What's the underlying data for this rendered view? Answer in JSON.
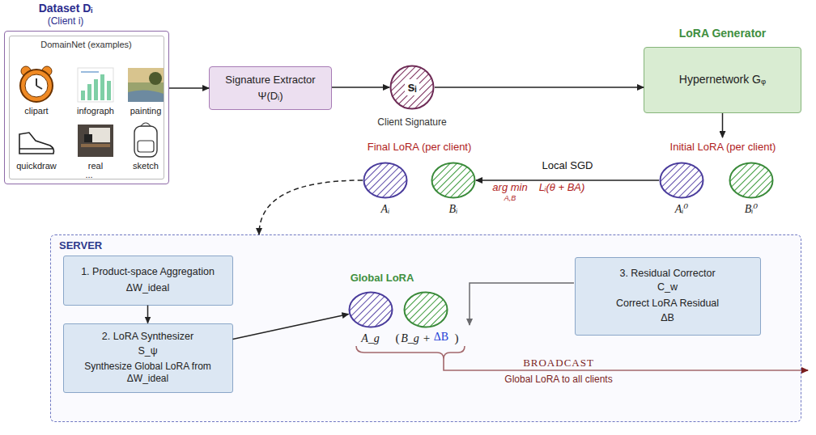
{
  "diagram": {
    "nodes": [
      {
        "text": [
          "Dataset Dᵢ",
          "(Client i)"
        ]
      },
      {
        "text": [
          "DomainNet (examples)"
        ],
        "in": 0
      },
      {
        "text": [
          "Signature Extractor",
          "Ψ(Dᵢ)"
        ]
      },
      {
        "text": [
          "sᵢ",
          "Client Signature"
        ]
      },
      {
        "text": [
          "LoRA Generator",
          "Hypernetwork Gᵩ"
        ]
      },
      {
        "text": [
          "Aᵢ⁰"
        ]
      },
      {
        "text": [
          "Bᵢ⁰"
        ]
      },
      {
        "text": [
          "Aᵢ"
        ]
      },
      {
        "text": [
          "Bᵢ"
        ]
      },
      {
        "text": [
          "SERVER"
        ]
      },
      {
        "text": [
          "1. Product-space Aggregation",
          "ΔW_ideal"
        ],
        "in": 9
      },
      {
        "text": [
          "2. LoRA Synthesizer",
          "S_ψ",
          "Synthesize Global LoRA from ΔW_ideal"
        ],
        "in": 9
      },
      {
        "text": [
          "A_g"
        ],
        "in": 9
      },
      {
        "text": [
          "B_g"
        ],
        "in": 9
      },
      {
        "text": [
          "3. Residual Corrector",
          "C_w",
          "Correct LoRA Residual",
          "ΔB"
        ],
        "in": 9
      }
    ],
    "edges": [
      {
        "from": 0,
        "to": 2,
        "arrow": "to"
      },
      {
        "from": 2,
        "to": 3,
        "arrow": "to"
      },
      {
        "from": 3,
        "to": 4,
        "arrow": "to"
      },
      {
        "from": 4,
        "to": 6,
        "arrow": "to"
      },
      {
        "from": 5,
        "to": 8,
        "label": "Local SGD",
        "arrow": "to"
      },
      {
        "from": 7,
        "to": 9,
        "arrow": "to"
      },
      {
        "from": 10,
        "to": 11,
        "arrow": "to"
      },
      {
        "from": 11,
        "to": 12,
        "arrow": "to"
      }
    ],
    "labels": [
      "clipart",
      "infograph",
      "painting",
      "quickdraw",
      "real",
      "sketch",
      "...",
      "Initial LoRA (per client)",
      "Final LoRA (per client)",
      "arg min",
      "A,B",
      "Lᵢ(θ + BA)",
      "Global LoRA",
      "(",
      "+",
      "ΔB",
      ")",
      "BROADCAST",
      "Global LoRA to all clients"
    ]
  }
}
